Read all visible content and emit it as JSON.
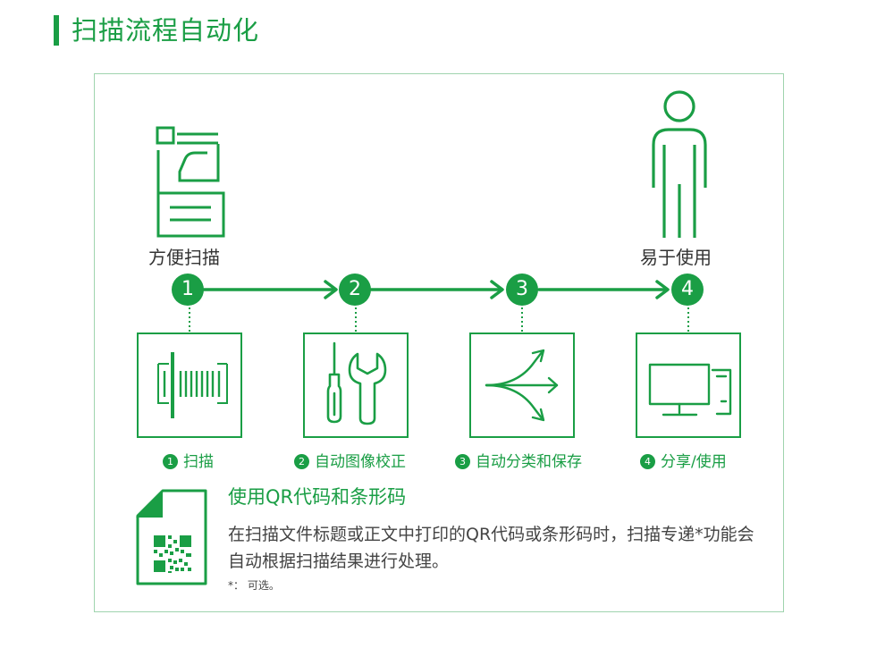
{
  "page_title": "扫描流程自动化",
  "top_labels": {
    "left": "方便扫描",
    "right": "易于使用"
  },
  "steps": [
    {
      "num": "1",
      "caption": "扫描",
      "icon": "barcode-scan-icon"
    },
    {
      "num": "2",
      "caption": "自动图像校正",
      "icon": "screwdriver-wrench-icon"
    },
    {
      "num": "3",
      "caption": "自动分类和保存",
      "icon": "split-arrows-icon"
    },
    {
      "num": "4",
      "caption": "分享/使用",
      "icon": "desktop-computer-icon"
    }
  ],
  "qr_section": {
    "title": "使用QR代码和条形码",
    "description": "在扫描文件标题或正文中打印的QR代码或条形码时，扫描专递*功能会自动根据扫描结果进行处理。",
    "note": "*： 可选。",
    "icon": "qr-document-icon"
  },
  "colors": {
    "accent": "#1a9e45",
    "border": "#9fd4ae",
    "text": "#333333"
  }
}
